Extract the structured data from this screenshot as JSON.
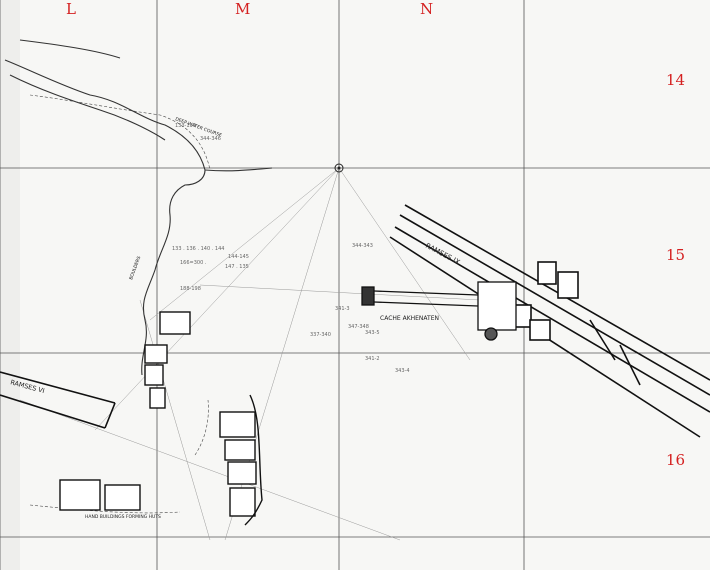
{
  "grid": {
    "columns": [
      "L",
      "M",
      "N"
    ],
    "rows": [
      "14",
      "15",
      "16"
    ],
    "color": "#d42020"
  },
  "labels": {
    "ramses_ix": "RAMSES IX",
    "ramses_vi": "RAMSES VI",
    "cache": "CACHE AKHENATEN",
    "water_course": "DEEP WATER COURSE",
    "workmens_huts": "HAND BUILDINGS FORMING HUTS",
    "boulders": "BOULDERS"
  },
  "pencil_notes": [
    "133 . 136 . 140 . 144",
    "166=300 .",
    "147 . 135",
    "144-145",
    "188-198",
    "344-343",
    "347-348",
    "341-2",
    "343-5",
    "341-3",
    "343-4",
    "337-340",
    "344-346",
    "133-139"
  ],
  "colors": {
    "ink": "#1a1a1a",
    "pencil": "#777777",
    "paper": "#f7f7f5"
  }
}
